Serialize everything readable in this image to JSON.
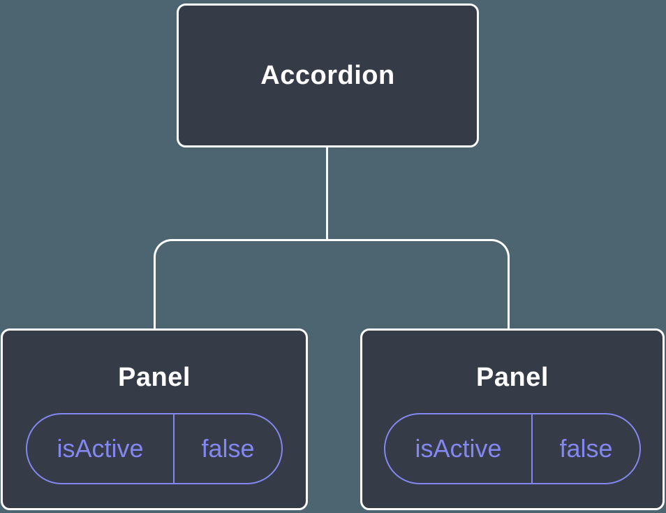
{
  "tree": {
    "root": {
      "label": "Accordion"
    },
    "children": [
      {
        "label": "Panel",
        "state": {
          "key": "isActive",
          "value": "false"
        }
      },
      {
        "label": "Panel",
        "state": {
          "key": "isActive",
          "value": "false"
        }
      }
    ],
    "colors": {
      "bg": "#4d6570",
      "node_fill": "#353b47",
      "node_border": "#ffffff",
      "node_text": "#ffffff",
      "accent": "#8487f0"
    }
  }
}
